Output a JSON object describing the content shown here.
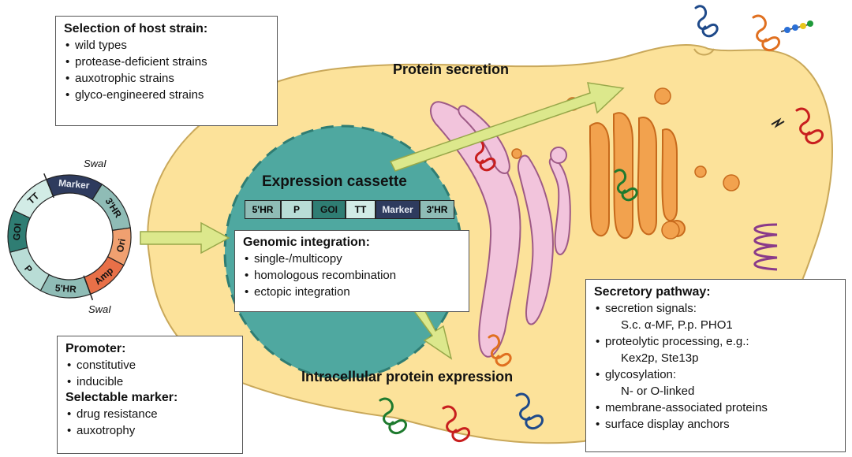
{
  "labels": {
    "protein_secretion": "Protein secretion",
    "expression_cassette": "Expression cassette",
    "intracellular": "Intracellular protein expression",
    "swai_top": "SwaI",
    "swai_bottom": "SwaI"
  },
  "plasmid_segments": [
    "Marker",
    "3'HR",
    "Ori",
    "Amp",
    "5'HR",
    "P",
    "GOI",
    "TT"
  ],
  "cassette_segments": [
    "5'HR",
    "P",
    "GOI",
    "TT",
    "Marker",
    "3'HR"
  ],
  "host_box": {
    "title": "Selection of host strain:",
    "items": [
      "wild types",
      "protease-deficient strains",
      "auxotrophic strains",
      "glyco-engineered strains"
    ]
  },
  "integration_box": {
    "title": "Genomic integration:",
    "items": [
      "single-/multicopy",
      "homologous recombination",
      "ectopic integration"
    ]
  },
  "promoter_box": {
    "title": "Promoter:",
    "items": [
      "constitutive",
      "inducible"
    ],
    "title2": "Selectable marker:",
    "items2": [
      "drug resistance",
      "auxotrophy"
    ]
  },
  "secretory_box": {
    "title": "Secretory pathway:",
    "item1": "secretion signals:",
    "item1_sub": "S.c. α-MF, P.p. PHO1",
    "item2": "proteolytic processing, e.g.:",
    "item2_sub": "Kex2p, Ste13p",
    "item3": "glycosylation:",
    "item3_sub": "N- or O-linked",
    "item4": "membrane-associated proteins",
    "item5": "surface display anchors"
  },
  "colors": {
    "cell_fill": "#fce29a",
    "cell_stroke": "#c9a85a",
    "nucleus_fill": "#4fa8a0",
    "nucleus_stroke": "#2f7d73",
    "golgi": "#f2a24e",
    "er": "#f2c4dc",
    "arrow": "#dce88c"
  }
}
